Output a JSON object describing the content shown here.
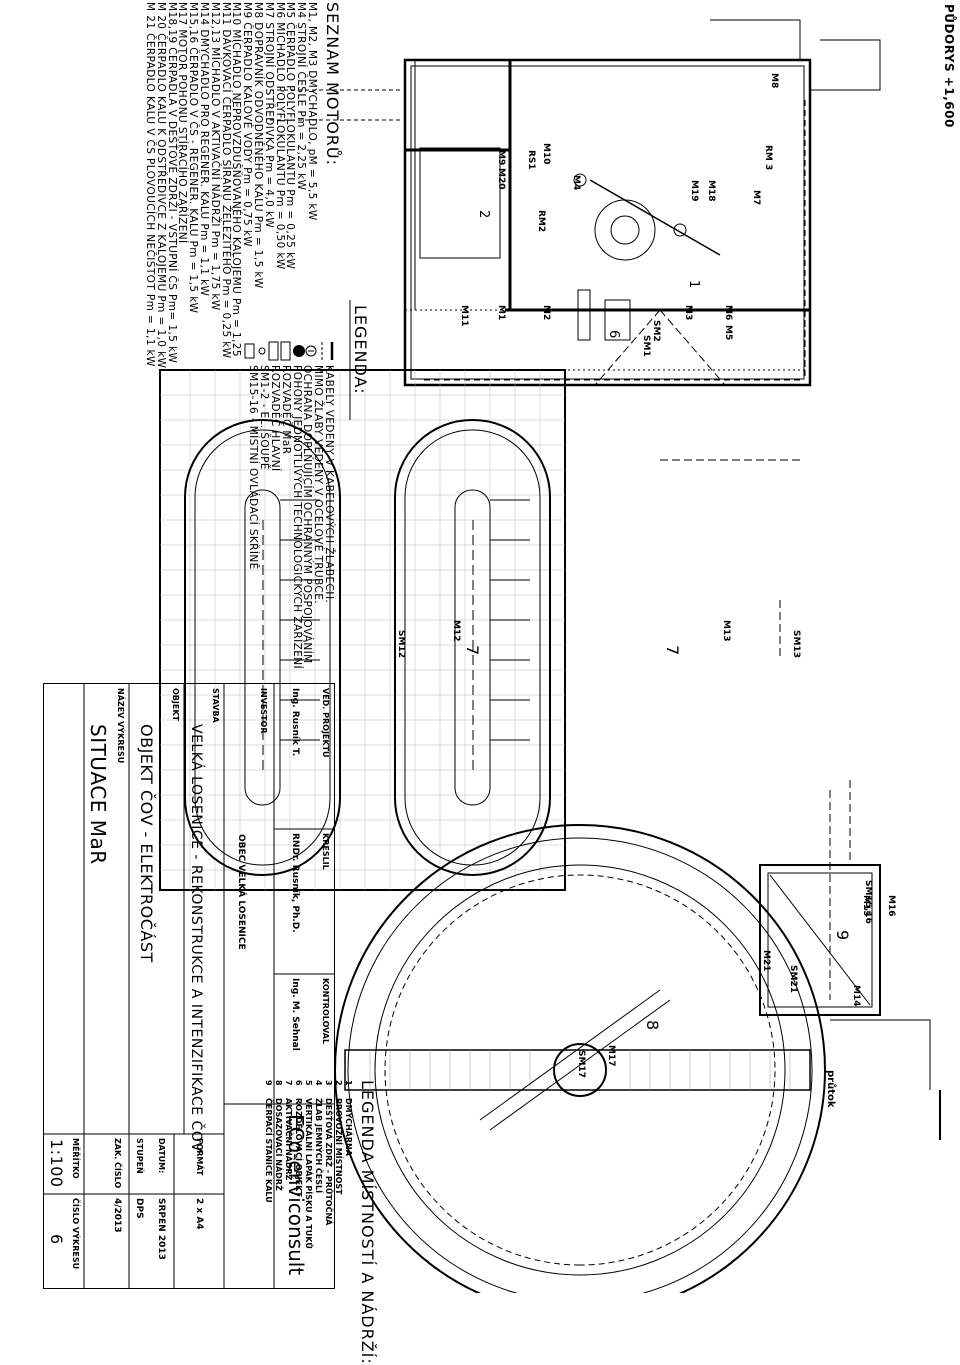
{
  "page": {
    "elevation": "PŮDORYS +1,600"
  },
  "motors": {
    "title": "SEZNAM MOTORŮ:",
    "items": [
      "M1, M2, M3 DMYCHADLO, pM = 5,5 kW",
      "M4  STROJNÍ  ČESLE Pm = 2,25 kW",
      "M5 ČERPADLO POLYFLOKULANTU Pm = 0,25 kW",
      "M6 MÍCHADLO POLYFLOKULANTU Pm = 0,50 kW",
      "M7 STROJNÍ  ODSTŘEDIVKA Pm = 4,0 kW",
      "M8 DOPRAVNÍK ODVODNĚNÉHO KALU Pm = 1,5 kW",
      "M9 ČERPADLO KALOVÉ VODY Pm = 0,75 kW",
      "M10 MÍCHADLO NEPROVZDUŠŇOVANÉHO KALOJEMU Pm = 1,25",
      "M11 DÁVKOVACÍ ČERPADLO SÍRANU ŽELEZITÉHO Pm = 0,25 kW",
      "M12,13 MÍCHADLO V AKTIVAČNÍ NÁDRŽI Pm = 1,75 kW",
      "M14 DMYCHADLO PRO REGENER. KALU Pm = 1,1 kW",
      "M15,16 ČERPADLO V ČS - REGENER. KALU Pm = 1,5 kW",
      "M17 MOTOR POHONU STÍRACÍHO ZAŘÍZENÍ",
      "M18,19 ČERPADLA V DEŠŤOVÉ ZDRŽI - VSTUPNÍ ČS Pm= 1,5 kW",
      "M 20 ČERPADLO KALU K ODSTŘEDIVCE Z KALOJEMU Pm = 1,0 kW",
      "M 21 ČERPADLO KALU V ČS PLOVOUCÍCH NEČISTOT Pm = 1,1 kW"
    ]
  },
  "legend": {
    "title": "LEGENDA:",
    "items": [
      "KABELY VEDENY V KABELOVÝCH ŽLABECH.",
      "MIMO ŽLABY VEDENY V OCELOVÉ TRUBCE.",
      "OCHRANA DOPLŇUJÍCÍM OCHRANNÝM POSPOJOVÁNÍM",
      "POHONY JEDNOTLIVÝCH TECHNOLOGICKÝCH ZAŘÍZENÍ",
      "ROZVADĚČ MaR",
      "ROZVADĚČ HLAVNÍ",
      "SM1-2 - EL. ŠOUPĚ",
      "SM15-16 - MÍSTNÍ OVLÁDACÍ SKŘÍNĚ"
    ],
    "symbols": [
      "M#",
      "RM2",
      "RS1"
    ]
  },
  "rooms": {
    "title": "LEGENDA MÍSTNOSTÍ A NÁDRŽÍ:",
    "items": [
      {
        "num": "1",
        "text": "DMÝCHÁRNA"
      },
      {
        "num": "2",
        "text": "PROVOZNÍ MÍSTNOST"
      },
      {
        "num": "3",
        "text": "DEŠŤOVÁ ZDRŽ - PRŮTOČNÁ"
      },
      {
        "num": "4",
        "text": "ŽLAB JEMNÝCH ČESLÍ"
      },
      {
        "num": "5",
        "text": "VERTIKÁLNÍ LAPÁK PÍSKU A TUKŮ"
      },
      {
        "num": "6",
        "text": "ROZDĚLOVACÍ OBJEKT"
      },
      {
        "num": "7",
        "text": "AKTIVAČNÍ NÁDRŽ"
      },
      {
        "num": "8",
        "text": "DOSAZOVACÍ NÁDRŽ"
      },
      {
        "num": "9",
        "text": "ČERPACÍ STANICE KALU"
      }
    ]
  },
  "plan": {
    "motor_tags": [
      "M1",
      "M2",
      "M3",
      "M4",
      "M5",
      "M6",
      "M7",
      "M8",
      "M9",
      "M10",
      "M11",
      "M12",
      "M13",
      "M14",
      "M15",
      "M16",
      "M17",
      "M18",
      "M19",
      "M20",
      "M21"
    ],
    "panels": [
      "RM 3",
      "RM2",
      "RS1"
    ],
    "switches": [
      "SM12",
      "SM13",
      "SM15,16",
      "SM21",
      "SM17",
      "SM1",
      "SM2"
    ],
    "room_numbers": [
      "1",
      "2",
      "6",
      "7",
      "7",
      "8",
      "9"
    ],
    "inlet_label": "průtok"
  },
  "titleblock": {
    "company": "ECo-enviconsult",
    "ved_projektu_label": "VED. PROJEKTU",
    "kreslil_label": "KRESLIL",
    "kontroloval_label": "KONTROLOVAL",
    "ved_projektu": "Ing. Rusník T.",
    "kreslil": "RNDr. Rusník, Ph.D.",
    "kontroloval": "Ing. M. Sehnal",
    "investor_label": "INVESTOR",
    "investor": "OBEC VELKÁ LOSENICE",
    "stavba_label": "STAVBA",
    "stavba": "VELKÁ LOSENICE - REKONSTRUKCE A INTENZIFIKACE ČOV",
    "objekt_label": "OBJEKT",
    "objekt": "OBJEKT ČOV - ELEKTROČÁST",
    "nazev_label": "NÁZEV VÝKRESU",
    "nazev": "SITUACE MaR",
    "format_label": "FORMÁT",
    "format": "2 x A4",
    "datum_label": "DATUM:",
    "datum": "SRPEN 2013",
    "stupen_label": "STUPEŇ",
    "stupen": "DPS",
    "zak_label": "ZAK. ČÍSLO",
    "zak": "4/2013",
    "meritko_label": "MĚŘÍTKO",
    "meritko": "1:100",
    "cislo_label": "ČÍSLO VÝKRESU",
    "cislo": "6"
  }
}
